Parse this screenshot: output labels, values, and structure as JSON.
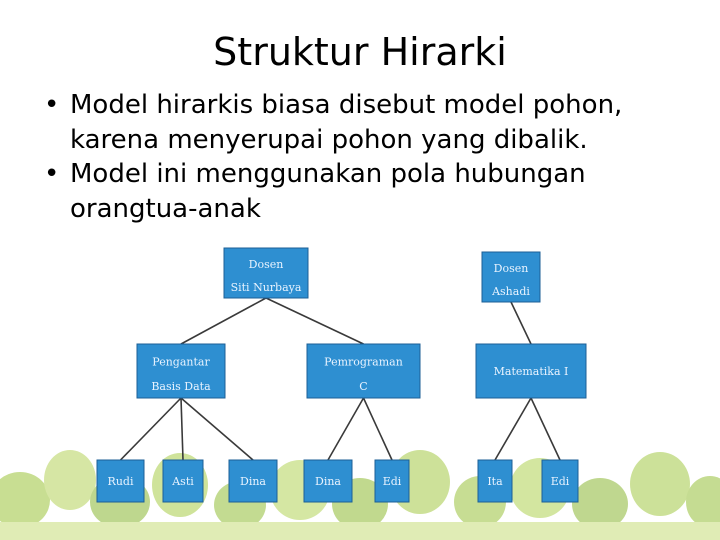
{
  "slide": {
    "title": "Struktur Hirarki",
    "bullets": [
      "Model hirarkis biasa disebut model pohon, karena menyerupai pohon yang dibalik.",
      "Model ini menggunakan pola hubungan orangtua-anak"
    ]
  },
  "diagram": {
    "node_color": "#2e8fd1",
    "nodes": [
      {
        "id": "dosen1",
        "lines": [
          "Dosen",
          "Siti Nurbaya"
        ]
      },
      {
        "id": "dosen2",
        "lines": [
          "Dosen",
          "Ashadi"
        ]
      },
      {
        "id": "mk1",
        "lines": [
          "Pengantar",
          "Basis Data"
        ]
      },
      {
        "id": "mk2",
        "lines": [
          "Pemrograman",
          "C"
        ]
      },
      {
        "id": "mk3",
        "lines": [
          "Matematika I"
        ]
      },
      {
        "id": "m1",
        "lines": [
          "Rudi"
        ]
      },
      {
        "id": "m2",
        "lines": [
          "Asti"
        ]
      },
      {
        "id": "m3",
        "lines": [
          "Dina"
        ]
      },
      {
        "id": "m4",
        "lines": [
          "Dina"
        ]
      },
      {
        "id": "m5",
        "lines": [
          "Edi"
        ]
      },
      {
        "id": "m6",
        "lines": [
          "Ita"
        ]
      },
      {
        "id": "m7",
        "lines": [
          "Edi"
        ]
      }
    ],
    "edges": [
      [
        "dosen1",
        "mk1"
      ],
      [
        "dosen1",
        "mk2"
      ],
      [
        "dosen2",
        "mk3"
      ],
      [
        "mk1",
        "m1"
      ],
      [
        "mk1",
        "m2"
      ],
      [
        "mk1",
        "m3"
      ],
      [
        "mk2",
        "m4"
      ],
      [
        "mk2",
        "m5"
      ],
      [
        "mk3",
        "m6"
      ],
      [
        "mk3",
        "m7"
      ]
    ]
  }
}
